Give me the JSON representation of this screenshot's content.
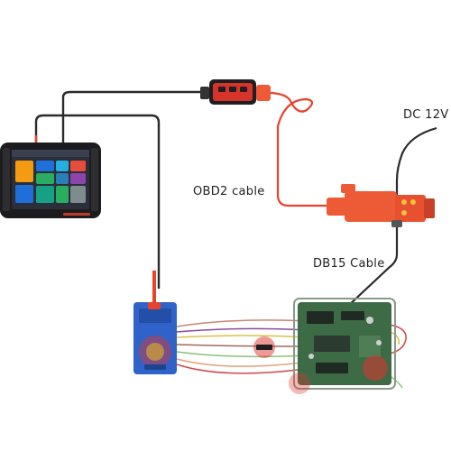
{
  "labels": {
    "dc_power": "DC 12V",
    "obd2_cable": "OBD2 cable",
    "db15_cable": "DB15 Cable"
  },
  "colors": {
    "cable_black": "#2a2a2a",
    "cable_red": "#e8412c",
    "adapter_orange": "#ee5a36",
    "programmer_blue": "#2f63c9",
    "pcb_green": "#3d6b45",
    "highlight_red": "#e0332d"
  },
  "icons": {
    "tablet": "diagnostic-tablet",
    "vci": "vci-box",
    "adapter": "db15-obd-adapter",
    "programmer": "key-programmer",
    "board": "ecu-board"
  }
}
